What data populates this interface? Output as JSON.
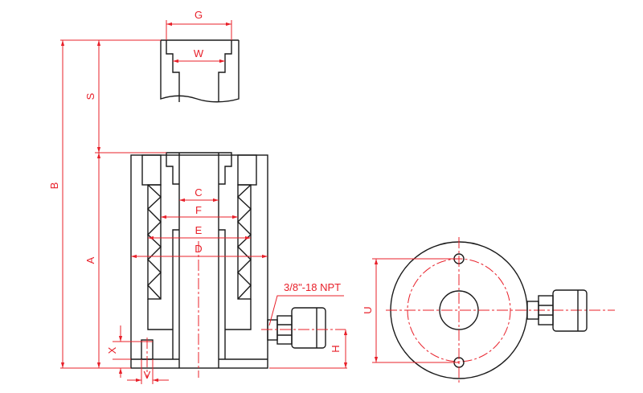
{
  "title": "Hydraulic cylinder dimension drawing",
  "colors": {
    "outline": "#1a1a1a",
    "dimension": "#e8202a"
  },
  "labels": {
    "G": "G",
    "W": "W",
    "S": "S",
    "B": "B",
    "A": "A",
    "C": "C",
    "F": "F",
    "E": "E",
    "D": "D",
    "X": "X",
    "V": "V",
    "H": "H",
    "U": "U",
    "port": "3/8\"-18 NPT"
  }
}
